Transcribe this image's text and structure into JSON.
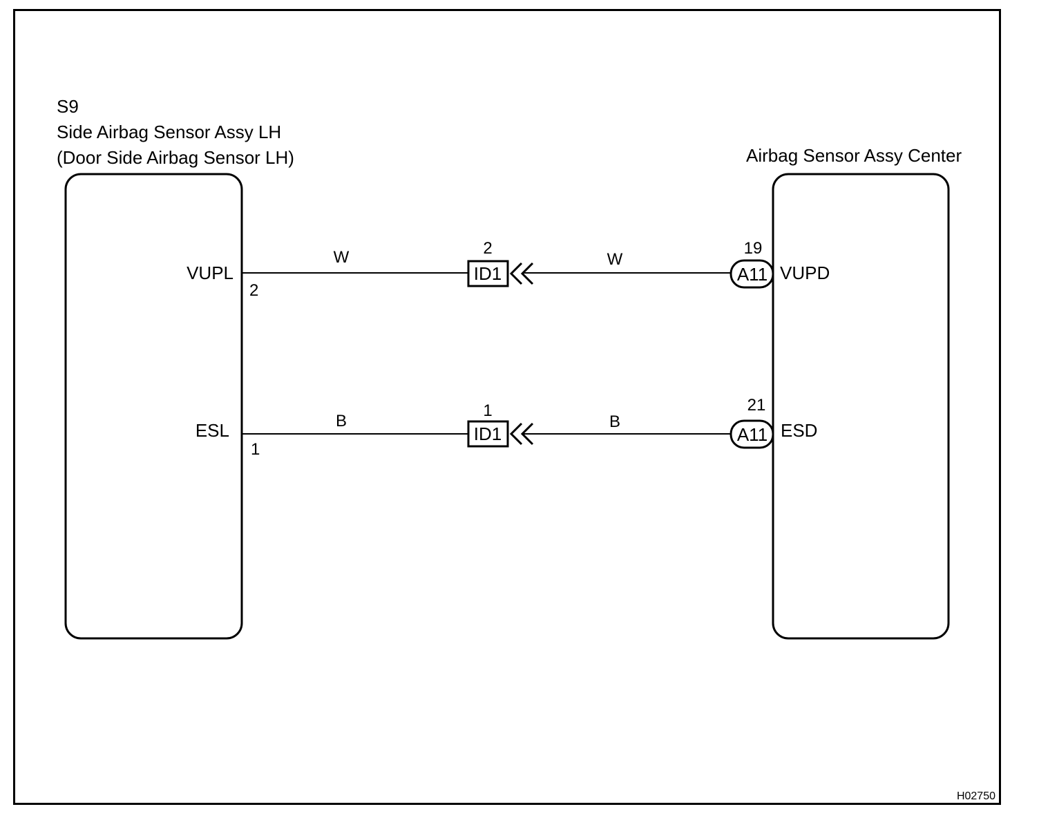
{
  "left_component": {
    "code": "S9",
    "name": "Side Airbag Sensor Assy LH",
    "subname": "(Door Side Airbag Sensor LH)"
  },
  "right_component": {
    "name": "Airbag Sensor Assy Center"
  },
  "circuits": [
    {
      "left_terminal": "VUPL",
      "left_pin": "2",
      "wire_color_left": "W",
      "junction_connector": "ID1",
      "junction_pin": "2",
      "wire_color_right": "W",
      "right_connector": "A11",
      "right_pin": "19",
      "right_terminal": "VUPD"
    },
    {
      "left_terminal": "ESL",
      "left_pin": "1",
      "wire_color_left": "B",
      "junction_connector": "ID1",
      "junction_pin": "1",
      "wire_color_right": "B",
      "right_connector": "A11",
      "right_pin": "21",
      "right_terminal": "ESD"
    }
  ],
  "figure_code": "H02750"
}
